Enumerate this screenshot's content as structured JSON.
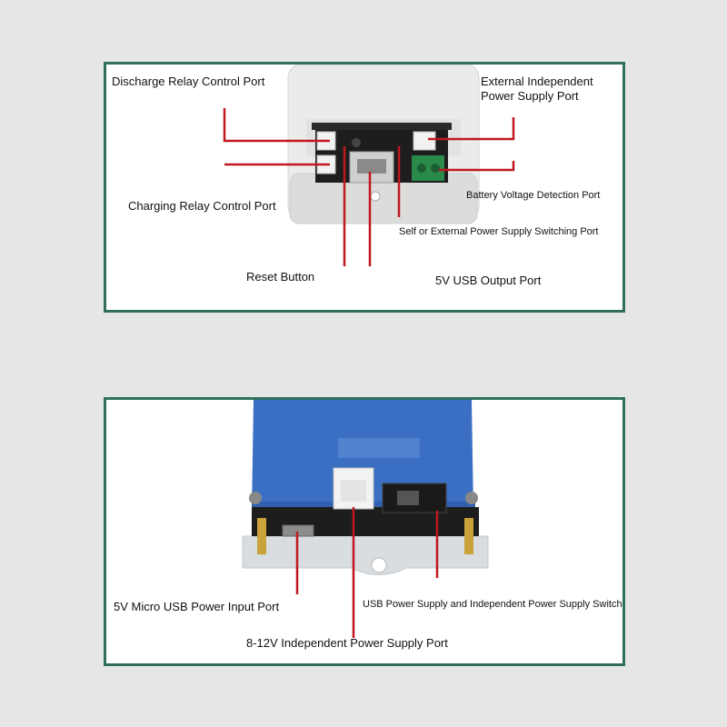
{
  "top_panel": {
    "labels": {
      "discharge_relay": "Discharge Relay Control Port",
      "external_power_line1": "External Independent",
      "external_power_line2": "Power Supply Port",
      "charging_relay": "Charging  Relay Control Port",
      "battery_voltage": "Battery Voltage Detection Port",
      "power_switching": "Self or External Power Supply Switching Port",
      "reset_button": "Reset Button",
      "usb_output": "5V USB Output Port"
    }
  },
  "bottom_panel": {
    "labels": {
      "micro_usb_input": "5V Micro USB Power Input Port",
      "supply_switch": "USB Power Supply and Independent Power Supply Switch",
      "independent_port": "8-12V Independent Power Supply Port"
    }
  },
  "colors": {
    "frame": "#2f6f5c",
    "leader_line": "#c0181e",
    "board": "#1d1d1d",
    "case_blue": "#3a6fc4"
  }
}
